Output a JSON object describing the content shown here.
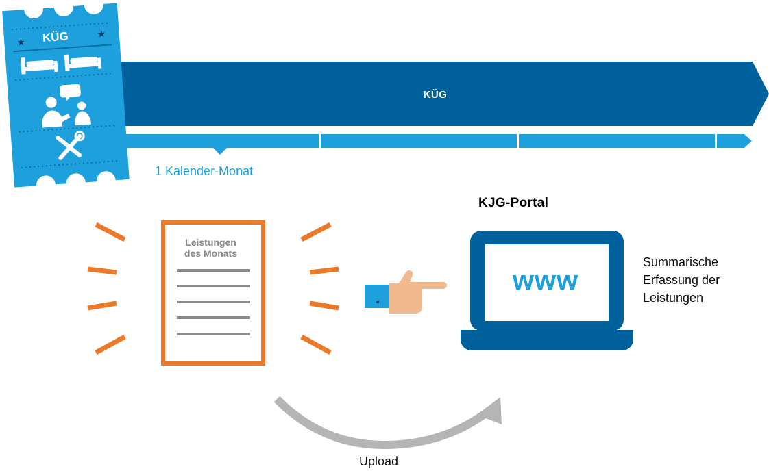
{
  "banner": {
    "title": "KÜG"
  },
  "timeline": {
    "period_label": "1 Kalender-Monat"
  },
  "ticket": {
    "title": "KÜG"
  },
  "document": {
    "title_line1": "Leistungen",
    "title_line2": "des Monats"
  },
  "portal": {
    "title": "KJG-Portal",
    "screen_text": "www",
    "description_lines": [
      "Summarische",
      "Erfassung der",
      "Leistungen"
    ]
  },
  "flow": {
    "upload_label": "Upload"
  },
  "colors": {
    "banner": "#00619c",
    "timeline": "#1ea0dd",
    "document": "#ea7a2a",
    "laptop": "#00619c",
    "arrow": "#b5b5b5",
    "hand": "#f0b98e"
  },
  "icons": [
    "bed-icon",
    "consultation-icon",
    "tools-icon",
    "pointing-hand-icon",
    "curved-arrow-icon",
    "laptop-icon",
    "document-icon"
  ]
}
